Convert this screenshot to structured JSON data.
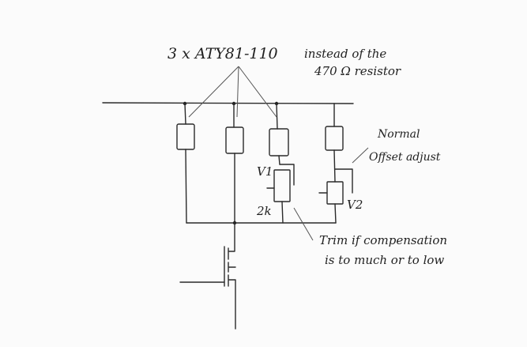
{
  "annotations": {
    "parts_line": "3 x ATY81-110",
    "instead_line1": "instead of the",
    "instead_line2": "470 Ω resistor",
    "normal_line1": "Normal",
    "normal_line2": "Offset adjust",
    "trim_line1": "Trim if compensation",
    "trim_line2": "is to much or to low"
  },
  "labels": {
    "v1": "V1",
    "v2": "V2",
    "r_2k": "2k"
  }
}
